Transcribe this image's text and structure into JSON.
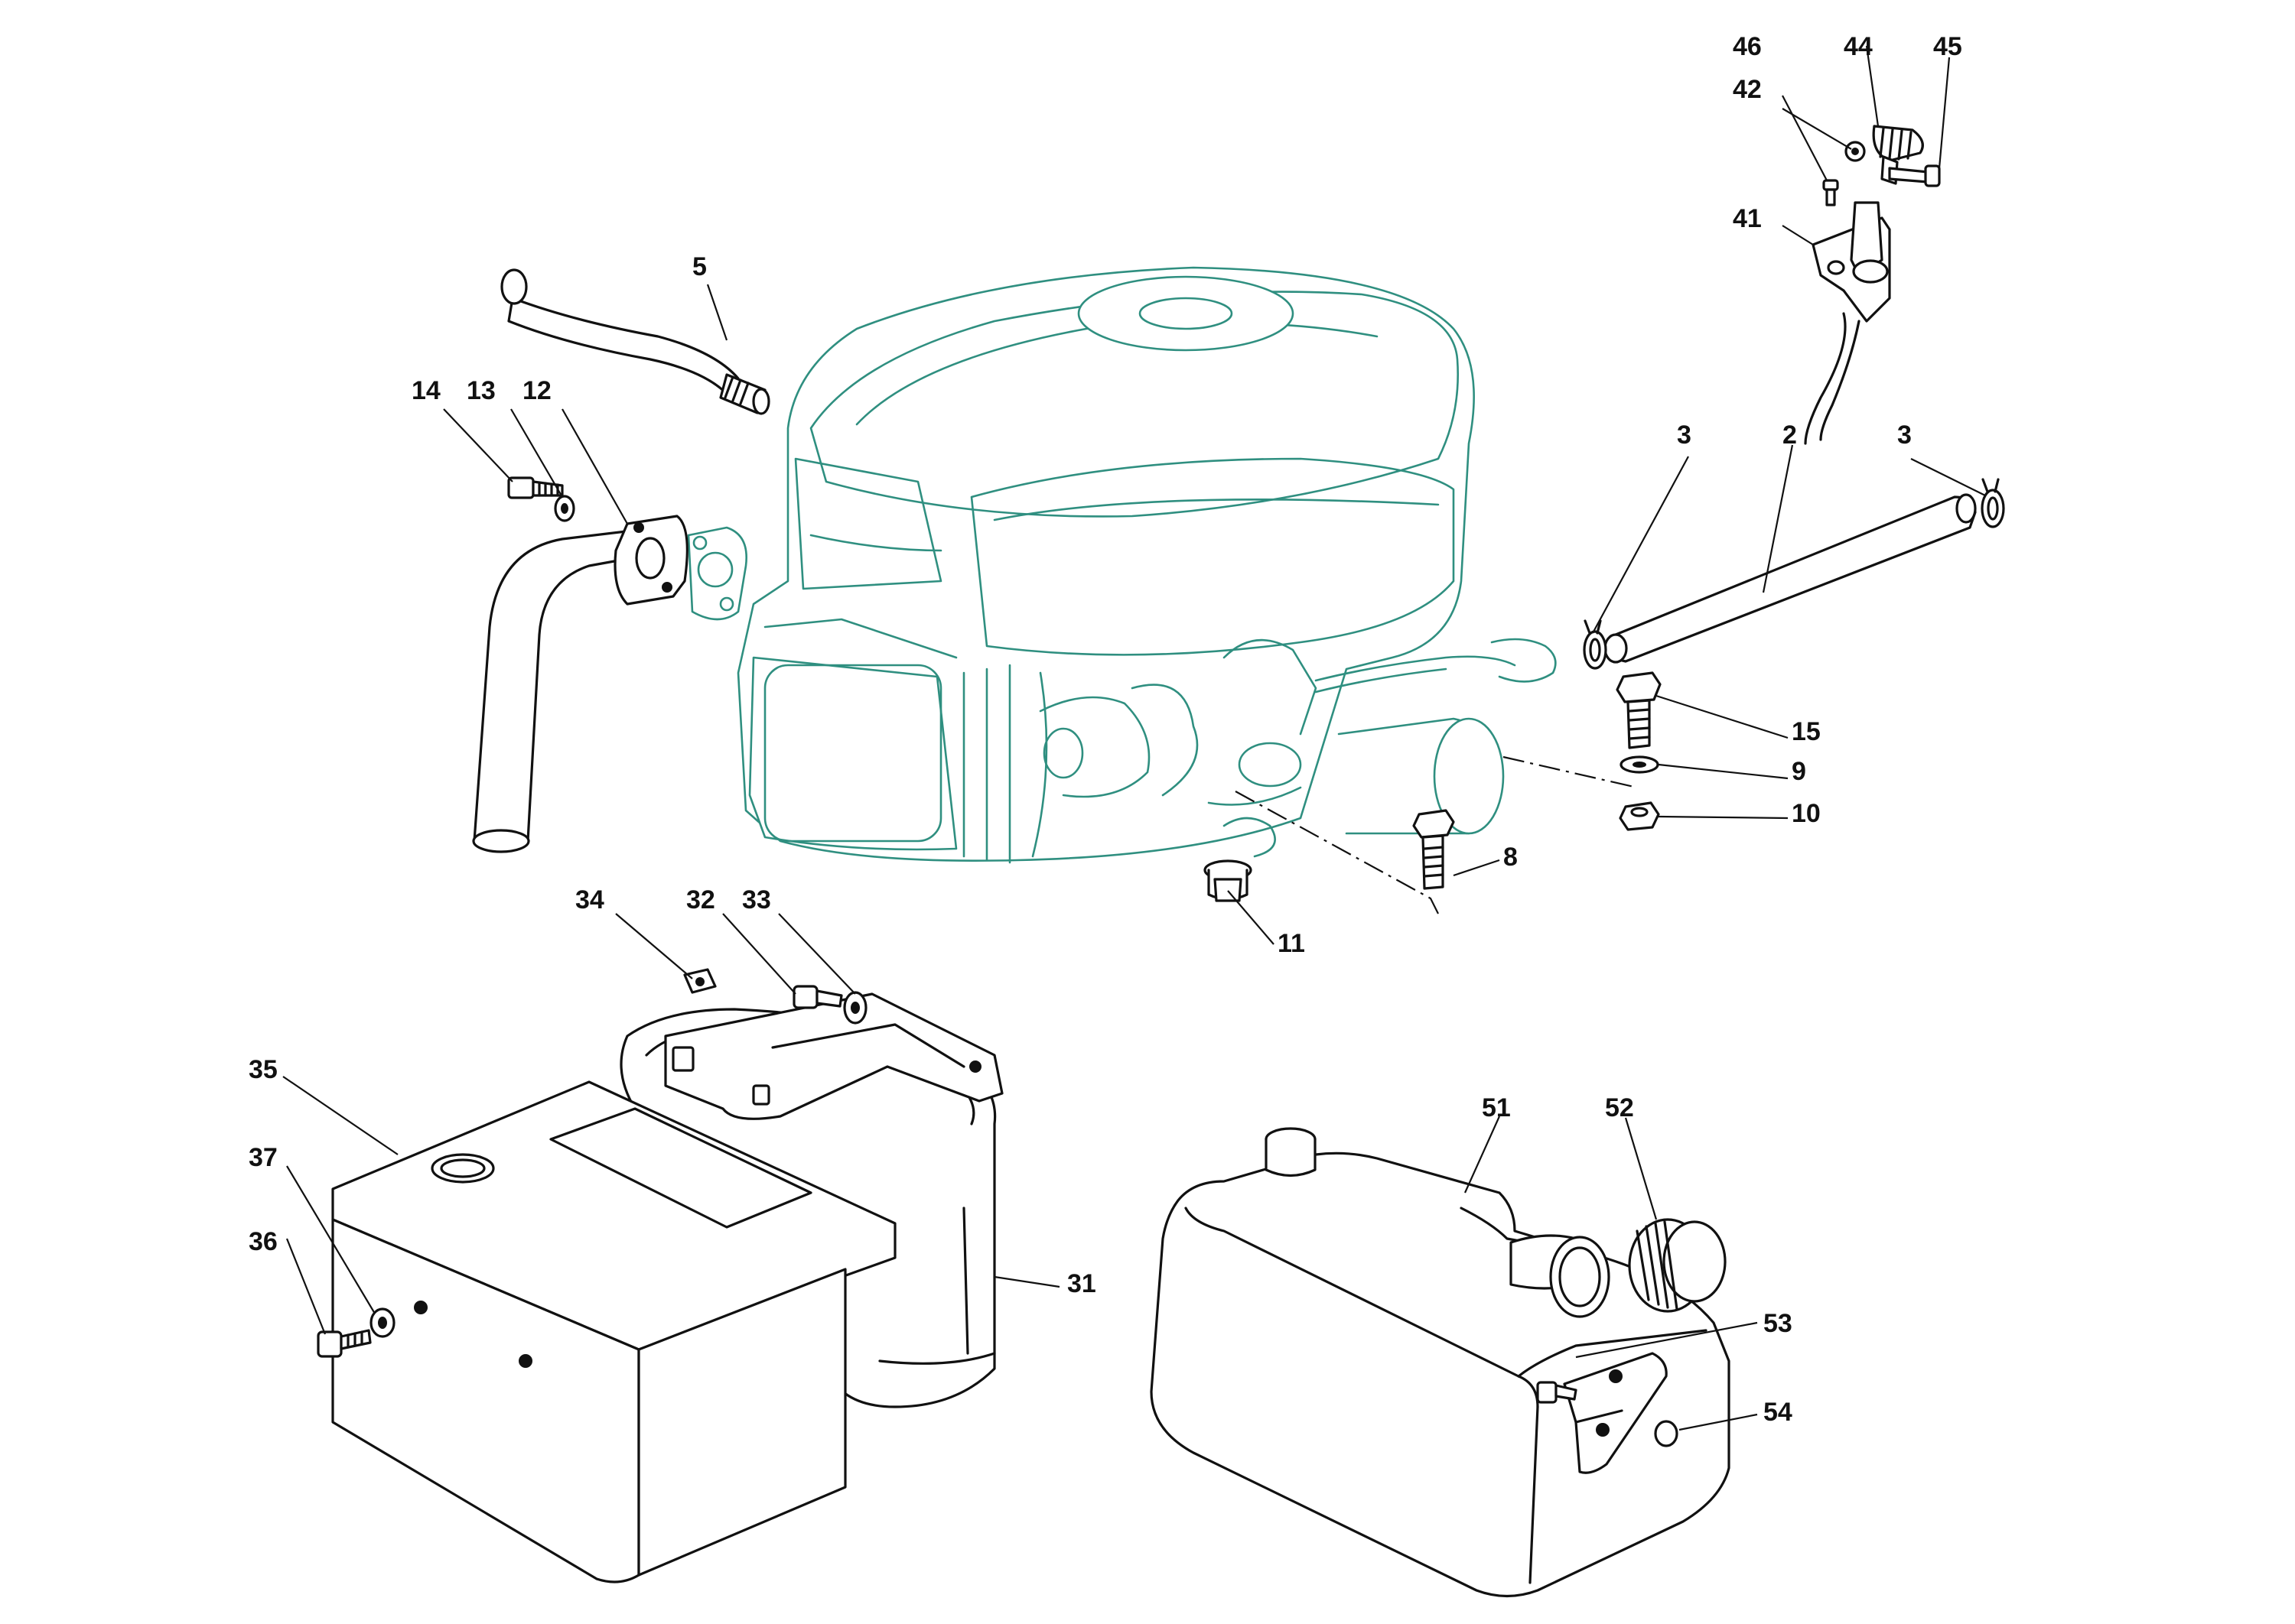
{
  "diagram": {
    "callouts": [
      "2",
      "3",
      "3",
      "5",
      "8",
      "9",
      "10",
      "11",
      "12",
      "13",
      "14",
      "15",
      "31",
      "32",
      "33",
      "34",
      "35",
      "36",
      "37",
      "41",
      "42",
      "44",
      "45",
      "46",
      "51",
      "52",
      "53",
      "54"
    ]
  },
  "colors": {
    "engine_outline": "#2f8f80",
    "part_outline": "#111111",
    "background": "#ffffff"
  }
}
